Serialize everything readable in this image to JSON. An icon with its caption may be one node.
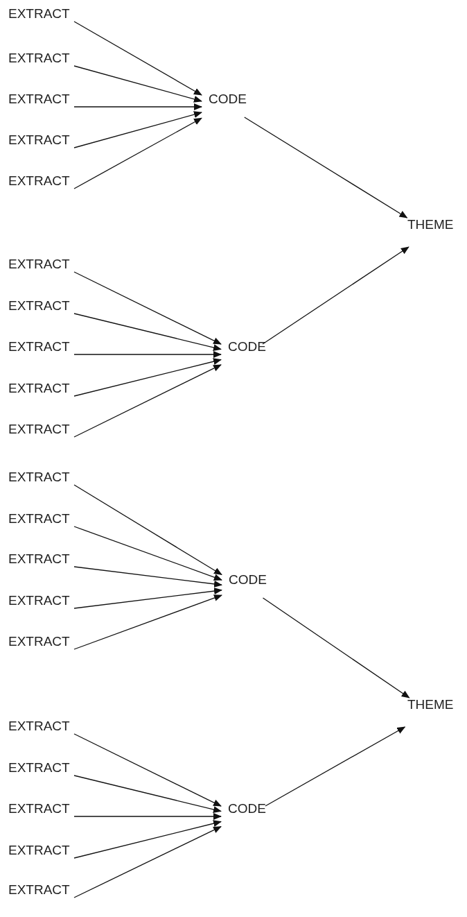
{
  "diagram": {
    "nodes": [
      {
        "text": [
          "EXTRACT"
        ]
      },
      {
        "text": [
          "EXTRACT"
        ]
      },
      {
        "text": [
          "EXTRACT"
        ]
      },
      {
        "text": [
          "EXTRACT"
        ]
      },
      {
        "text": [
          "EXTRACT"
        ]
      },
      {
        "text": [
          "CODE"
        ]
      },
      {
        "text": [
          "THEME"
        ]
      },
      {
        "text": [
          "EXTRACT"
        ]
      },
      {
        "text": [
          "EXTRACT"
        ]
      },
      {
        "text": [
          "EXTRACT"
        ]
      },
      {
        "text": [
          "EXTRACT"
        ]
      },
      {
        "text": [
          "EXTRACT"
        ]
      },
      {
        "text": [
          "CODE"
        ]
      },
      {
        "text": [
          "EXTRACT"
        ]
      },
      {
        "text": [
          "EXTRACT"
        ]
      },
      {
        "text": [
          "EXTRACT"
        ]
      },
      {
        "text": [
          "EXTRACT"
        ]
      },
      {
        "text": [
          "EXTRACT"
        ]
      },
      {
        "text": [
          "CODE"
        ]
      },
      {
        "text": [
          "THEME"
        ]
      },
      {
        "text": [
          "EXTRACT"
        ]
      },
      {
        "text": [
          "EXTRACT"
        ]
      },
      {
        "text": [
          "EXTRACT"
        ]
      },
      {
        "text": [
          "EXTRACT"
        ]
      },
      {
        "text": [
          "EXTRACT"
        ]
      },
      {
        "text": [
          "CODE"
        ]
      }
    ],
    "edges": [
      {
        "from": 0,
        "to": 5,
        "arrow": "to"
      },
      {
        "from": 1,
        "to": 5,
        "arrow": "to"
      },
      {
        "from": 2,
        "to": 5,
        "arrow": "to"
      },
      {
        "from": 3,
        "to": 5,
        "arrow": "to"
      },
      {
        "from": 4,
        "to": 5,
        "arrow": "to"
      },
      {
        "from": 5,
        "to": 6,
        "arrow": "to"
      },
      {
        "from": 7,
        "to": 12,
        "arrow": "to"
      },
      {
        "from": 8,
        "to": 12,
        "arrow": "to"
      },
      {
        "from": 9,
        "to": 12,
        "arrow": "to"
      },
      {
        "from": 10,
        "to": 12,
        "arrow": "to"
      },
      {
        "from": 11,
        "to": 12,
        "arrow": "to"
      },
      {
        "from": 12,
        "to": 6,
        "arrow": "to"
      },
      {
        "from": 13,
        "to": 18,
        "arrow": "to"
      },
      {
        "from": 14,
        "to": 18,
        "arrow": "to"
      },
      {
        "from": 15,
        "to": 18,
        "arrow": "to"
      },
      {
        "from": 16,
        "to": 18,
        "arrow": "to"
      },
      {
        "from": 17,
        "to": 18,
        "arrow": "to"
      },
      {
        "from": 18,
        "to": 19,
        "arrow": "to"
      },
      {
        "from": 20,
        "to": 25,
        "arrow": "to"
      },
      {
        "from": 21,
        "to": 25,
        "arrow": "to"
      },
      {
        "from": 22,
        "to": 25,
        "arrow": "to"
      },
      {
        "from": 23,
        "to": 25,
        "arrow": "to"
      },
      {
        "from": 24,
        "to": 25,
        "arrow": "to"
      },
      {
        "from": 25,
        "to": 19,
        "arrow": "to"
      }
    ]
  }
}
